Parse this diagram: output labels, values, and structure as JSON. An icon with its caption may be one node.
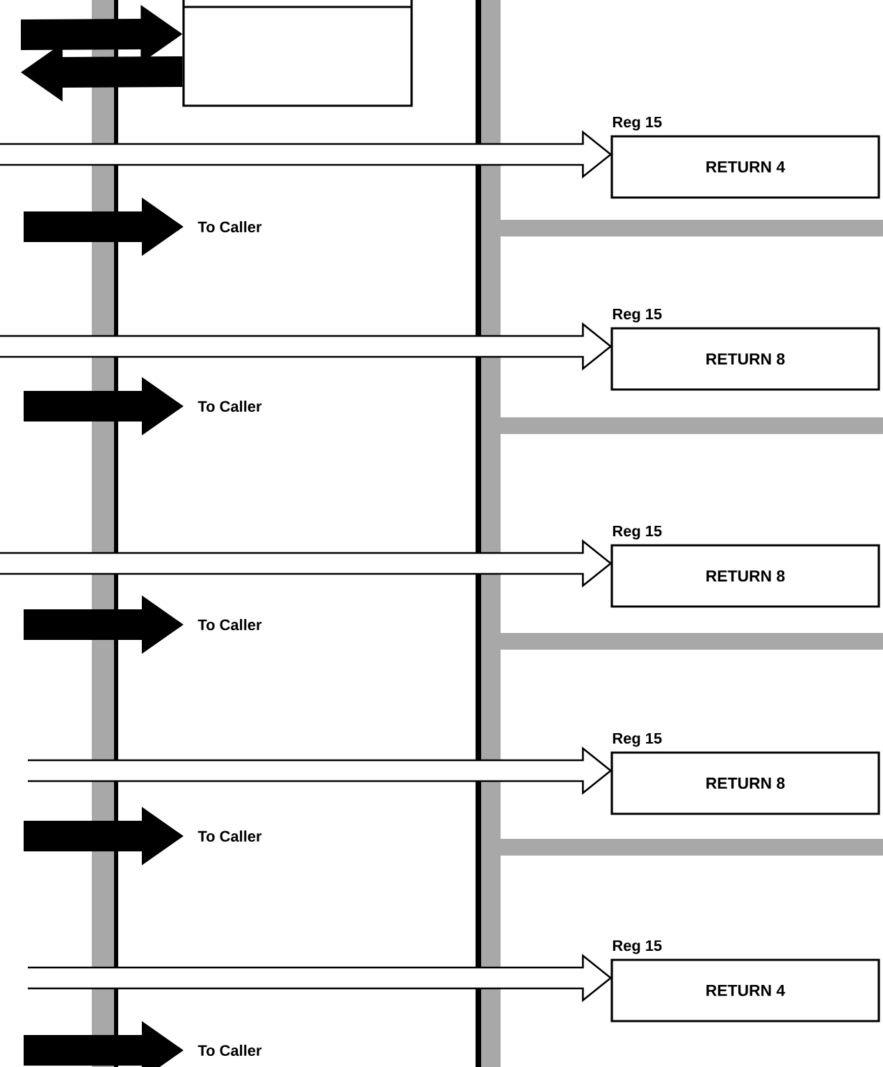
{
  "diagram": {
    "nodes": [
      {
        "text": [],
        "shape": "box"
      },
      {
        "text": [
          "Reg 15",
          "RETURN 4"
        ]
      },
      {
        "text": [
          "Reg 15",
          "RETURN 8"
        ]
      },
      {
        "text": [
          "Reg 15",
          "RETURN 8"
        ]
      },
      {
        "text": [
          "Reg 15",
          "RETURN 8"
        ]
      },
      {
        "text": [
          "Reg 15",
          "RETURN 4"
        ]
      },
      {
        "text": [
          "To Caller"
        ]
      },
      {
        "text": [
          "To Caller"
        ]
      },
      {
        "text": [
          "To Caller"
        ]
      },
      {
        "text": [
          "To Caller"
        ]
      },
      {
        "text": [
          "To Caller"
        ]
      }
    ],
    "edges": [
      {
        "from": null,
        "to": 0,
        "arrow": "to",
        "style": "thick"
      },
      {
        "from": 0,
        "to": null,
        "arrow": "to",
        "style": "thick"
      },
      {
        "from": null,
        "to": 1,
        "arrow": "to"
      },
      {
        "from": null,
        "to": 2,
        "arrow": "to"
      },
      {
        "from": null,
        "to": 3,
        "arrow": "to"
      },
      {
        "from": null,
        "to": 4,
        "arrow": "to"
      },
      {
        "from": null,
        "to": 5,
        "arrow": "to"
      },
      {
        "from": null,
        "to": 6,
        "arrow": "to",
        "style": "thick"
      },
      {
        "from": null,
        "to": 7,
        "arrow": "to",
        "style": "thick"
      },
      {
        "from": null,
        "to": 8,
        "arrow": "to",
        "style": "thick"
      },
      {
        "from": null,
        "to": 9,
        "arrow": "to",
        "style": "thick"
      },
      {
        "from": null,
        "to": 10,
        "arrow": "to",
        "style": "thick"
      }
    ]
  }
}
